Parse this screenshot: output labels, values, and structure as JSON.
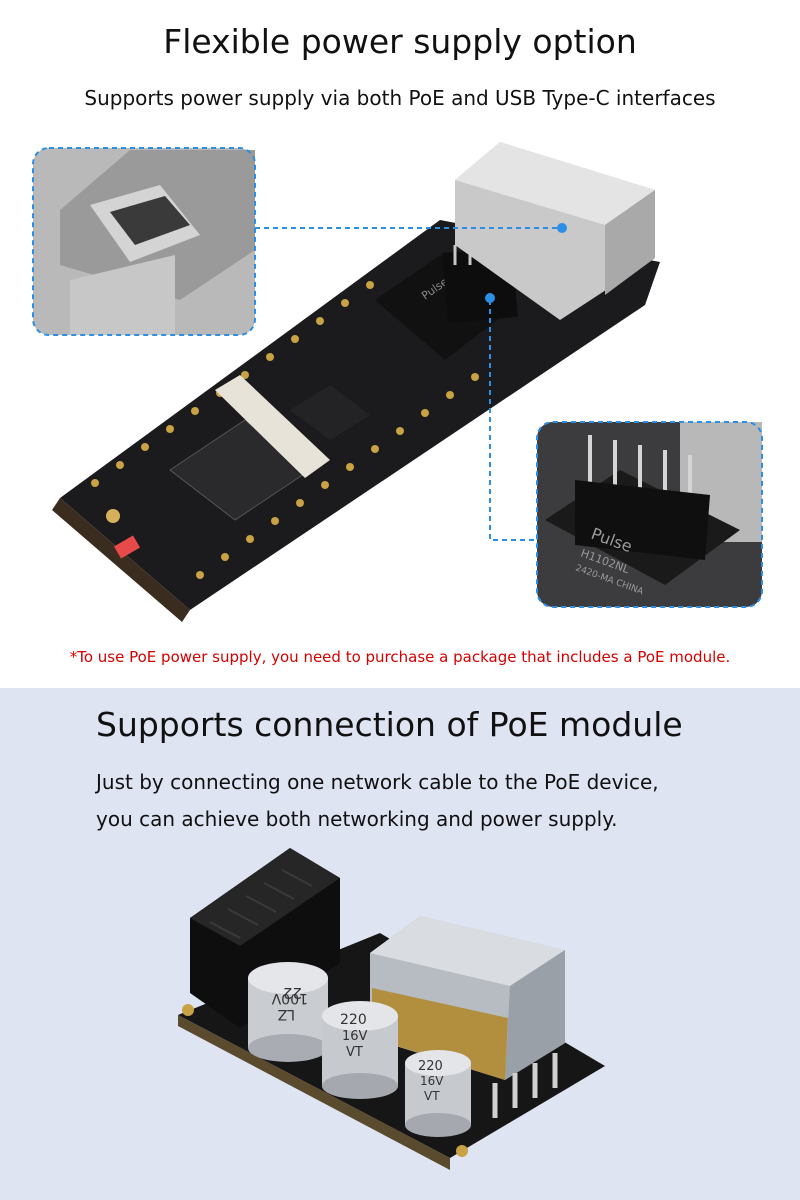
{
  "section1": {
    "title": "Flexible power supply option",
    "subtitle": "Supports power supply via both PoE and USB Type-C interfaces",
    "note": "*To use PoE power supply, you need to purchase a package that includes a PoE module.",
    "chip_logo": "Pulse",
    "chip_text1": "H1102NL",
    "chip_text2": "2420-MA CHINA",
    "accent": "#2b8fe6"
  },
  "section2": {
    "title": "Supports connection of PoE module",
    "desc_line1": "Just by connecting one network cable to the PoE device,",
    "desc_line2": "you can achieve both networking and power supply.",
    "cap1_text1": "22",
    "cap1_text2": "100V",
    "cap1_text3": "LZ",
    "cap2_text1": "220",
    "cap2_text2": "16V",
    "cap2_text3": "VT",
    "cap3_text1": "220",
    "cap3_text2": "16V",
    "cap3_text3": "VT"
  }
}
